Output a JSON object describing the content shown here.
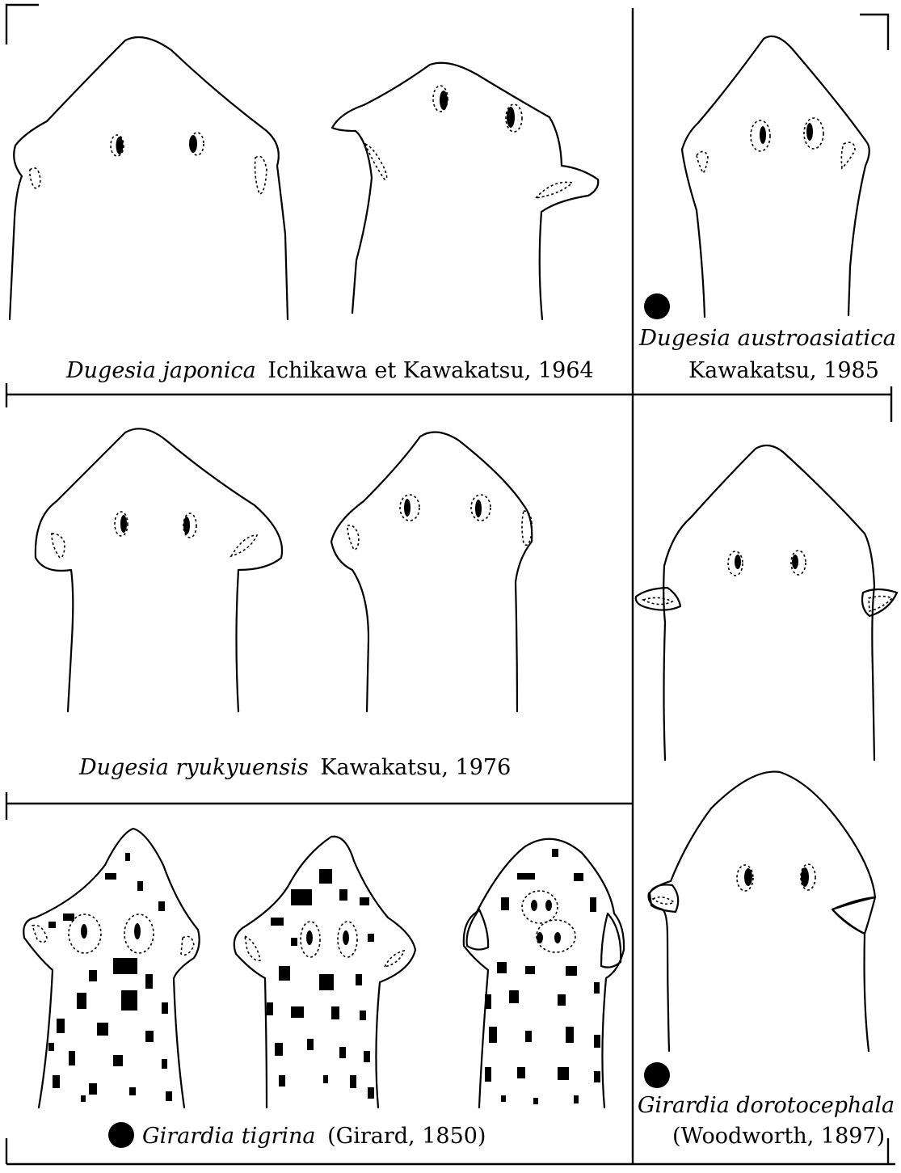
{
  "captions": {
    "japonica": {
      "genus_species": "Dugesia japonica",
      "authority": "Ichikawa et Kawakatsu, 1964"
    },
    "austroasiatica": {
      "genus_species": "Dugesia austroasiatica",
      "authority": "Kawakatsu, 1985"
    },
    "ryukyuensis": {
      "genus_species": "Dugesia ryukyuensis",
      "authority": "Kawakatsu, 1976"
    },
    "tigrina": {
      "genus_species": "Girardia tigrina",
      "authority": "(Girard, 1850)"
    },
    "dorotocephala": {
      "genus_species": "Girardia dorotocephala",
      "authority": "(Woodworth, 1897)"
    }
  }
}
